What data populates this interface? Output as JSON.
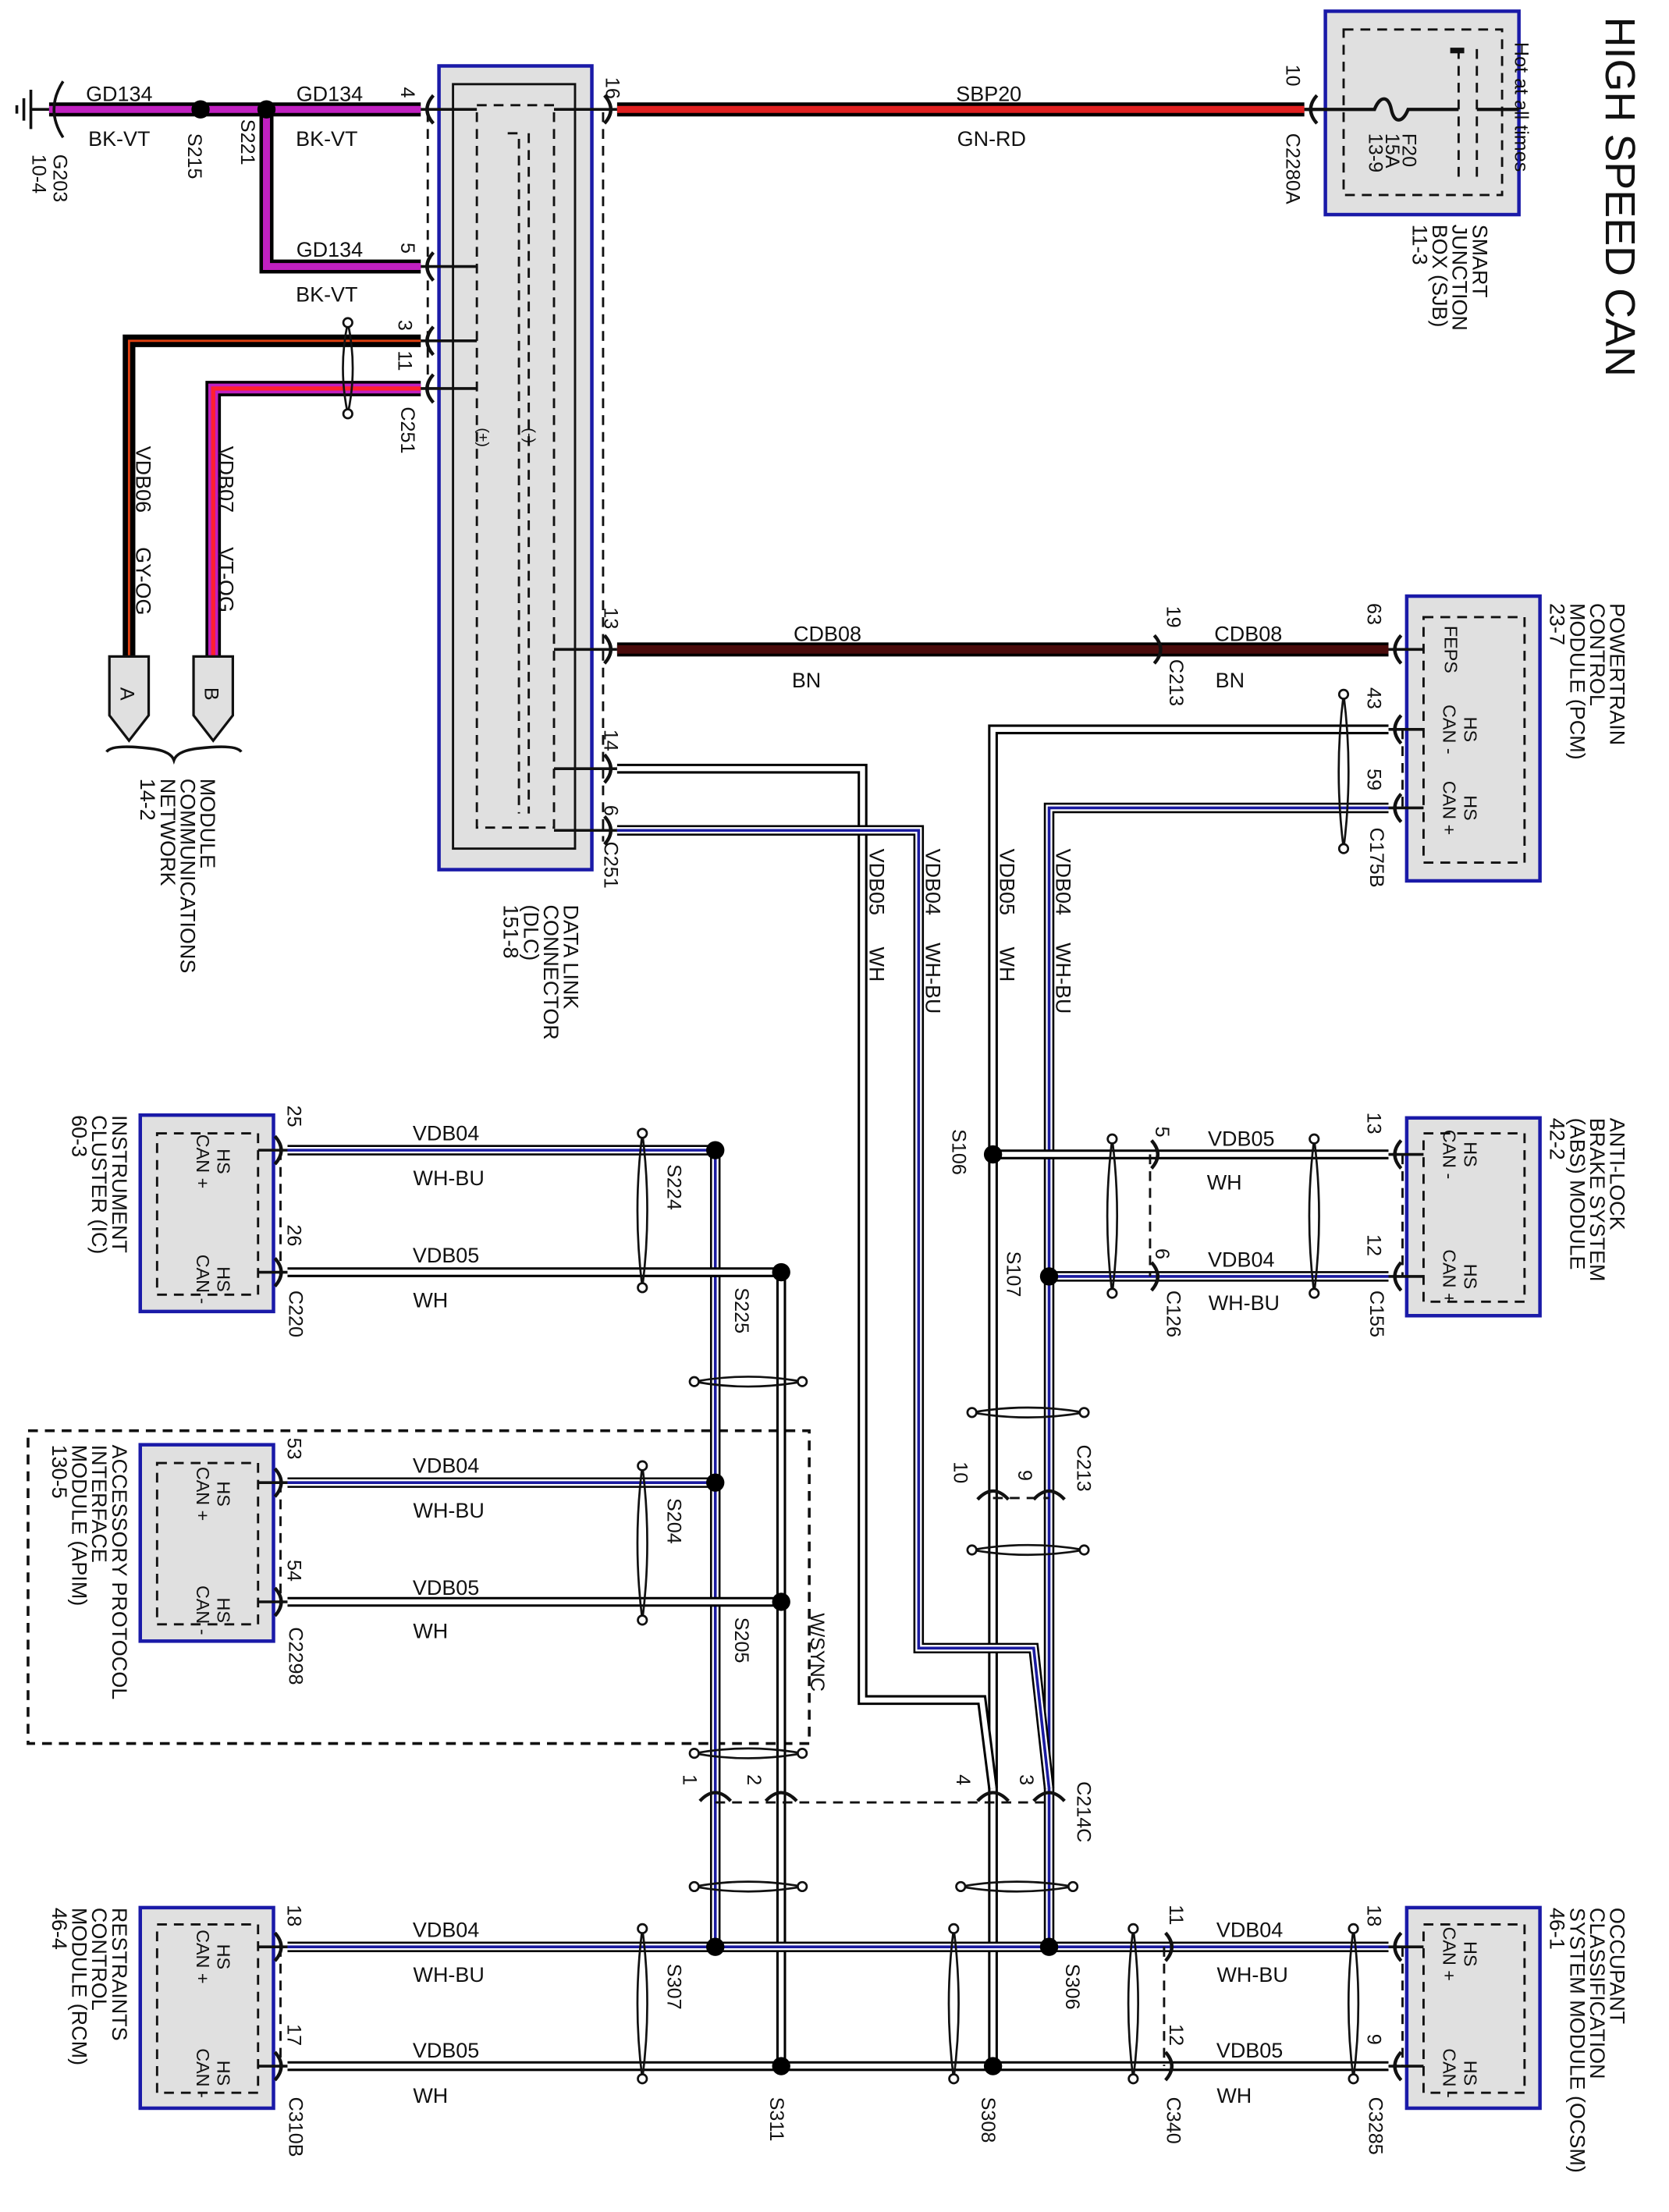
{
  "title": "HIGH SPEED CAN",
  "colors": {
    "module_border": "#1a1aa8",
    "module_fill": "#e0e0e0",
    "gd134_violet": "#c020c0",
    "sbp20_red": "#e02020",
    "cdb08_brown": "#4a0c0c",
    "wh_bu_stripe": "#1a1aa0",
    "og_stripe": "#e04010"
  },
  "sjb": {
    "name": [
      "SMART",
      "JUNCTION",
      "BOX (SJB)",
      "11-3"
    ],
    "note": "Hot at all times",
    "fuse": [
      "F20",
      "15A",
      "13-9"
    ],
    "pin": "10",
    "connector": "C2280A"
  },
  "dlc": {
    "name": [
      "DATA LINK",
      "CONNECTOR",
      "(DLC)",
      "151-8"
    ],
    "connector_top": "C251",
    "connector_bottom": "C251",
    "plus": "(+)",
    "minus": "(-)",
    "pins": {
      "p4": "4",
      "p5": "5",
      "p3": "3",
      "p11": "11",
      "p16": "16",
      "p13": "13",
      "p14": "14",
      "p6": "6"
    }
  },
  "ground": {
    "name": "G203",
    "ref": "10-4"
  },
  "mcn": {
    "name": [
      "MODULE",
      "COMMUNICATIONS",
      "NETWORK",
      "14-2"
    ],
    "conn_a": "A",
    "conn_b": "B"
  },
  "pcm": {
    "name": [
      "POWERTRAIN",
      "CONTROL",
      "MODULE (PCM)",
      "23-7"
    ],
    "feps": "FEPS",
    "canm": [
      "HS",
      "CAN -"
    ],
    "canp": [
      "HS",
      "CAN +"
    ],
    "pins": [
      "63",
      "43",
      "59"
    ],
    "connector": "C175B"
  },
  "abs": {
    "name": [
      "ANTI-LOCK",
      "BRAKE SYSTEM",
      "(ABS) MODULE",
      "42-2"
    ],
    "canm": [
      "HS",
      "CAN -"
    ],
    "canp": [
      "HS",
      "CAN +"
    ],
    "pins": [
      "13",
      "12"
    ],
    "connector": "C155"
  },
  "ic": {
    "name": [
      "INSTRUMENT",
      "CLUSTER (IC)",
      "60-3"
    ],
    "canp": [
      "HS",
      "CAN +"
    ],
    "canm": [
      "HS",
      "CAN -"
    ],
    "pins": [
      "25",
      "26"
    ],
    "connector": "C220"
  },
  "apim": {
    "name": [
      "ACCESSORY PROTOCOL",
      "INTERFACE",
      "MODULE (APIM)",
      "130-5"
    ],
    "option": "W/SYNC",
    "canp": [
      "HS",
      "CAN +"
    ],
    "canm": [
      "HS",
      "CAN -"
    ],
    "pins": [
      "53",
      "54"
    ],
    "connector": "C2298"
  },
  "rcm": {
    "name": [
      "RESTRAINTS",
      "CONTROL",
      "MODULE (RCM)",
      "46-4"
    ],
    "canp": [
      "HS",
      "CAN +"
    ],
    "canm": [
      "HS",
      "CAN -"
    ],
    "pins": [
      "18",
      "17"
    ],
    "connector": "C310B"
  },
  "ocsm": {
    "name": [
      "OCCUPANT",
      "CLASSIFICATION",
      "SYSTEM MODULE (OCSM)",
      "46-1"
    ],
    "canp": [
      "HS",
      "CAN +"
    ],
    "canm": [
      "HS",
      "CAN -"
    ],
    "pins": [
      "18",
      "9"
    ],
    "connector": "C3285"
  },
  "inline": {
    "c213_pcm": {
      "name": "C213",
      "pin": "19"
    },
    "c126": {
      "name": "C126",
      "pins": [
        "5",
        "6"
      ]
    },
    "c213": {
      "name": "C213",
      "pins": [
        "10",
        "9"
      ]
    },
    "c214c": {
      "name": "C214C",
      "pins": [
        "1",
        "2",
        "4",
        "3"
      ]
    },
    "c340": {
      "name": "C340",
      "pins": [
        "11",
        "12"
      ]
    }
  },
  "splices": {
    "s215": "S215",
    "s221": "S221",
    "s106": "S106",
    "s107": "S107",
    "s224": "S224",
    "s225": "S225",
    "s204": "S204",
    "s205": "S205",
    "s307": "S307",
    "s311": "S311",
    "s306": "S306",
    "s308": "S308"
  },
  "wires": [
    {
      "circuit": "GD134",
      "color": "BK-VT"
    },
    {
      "circuit": "GD134",
      "color": "BK-VT"
    },
    {
      "circuit": "GD134",
      "color": "BK-VT"
    },
    {
      "circuit": "SBP20",
      "color": "GN-RD"
    },
    {
      "circuit": "VDB06",
      "color": "GY-OG"
    },
    {
      "circuit": "VDB07",
      "color": "VT-OG"
    },
    {
      "circuit": "CDB08",
      "color": "BN"
    },
    {
      "circuit": "CDB08",
      "color": "BN"
    },
    {
      "circuit": "VDB05",
      "color": "WH"
    },
    {
      "circuit": "VDB04",
      "color": "WH-BU"
    },
    {
      "circuit": "VDB05",
      "color": "WH"
    },
    {
      "circuit": "VDB04",
      "color": "WH-BU"
    },
    {
      "circuit": "VDB05",
      "color": "WH"
    },
    {
      "circuit": "VDB04",
      "color": "WH-BU"
    },
    {
      "circuit": "VDB04",
      "color": "WH-BU"
    },
    {
      "circuit": "VDB05",
      "color": "WH"
    },
    {
      "circuit": "VDB04",
      "color": "WH-BU"
    },
    {
      "circuit": "VDB05",
      "color": "WH"
    },
    {
      "circuit": "VDB04",
      "color": "WH-BU"
    },
    {
      "circuit": "VDB05",
      "color": "WH"
    },
    {
      "circuit": "VDB04",
      "color": "WH-BU"
    },
    {
      "circuit": "VDB05",
      "color": "WH"
    }
  ]
}
